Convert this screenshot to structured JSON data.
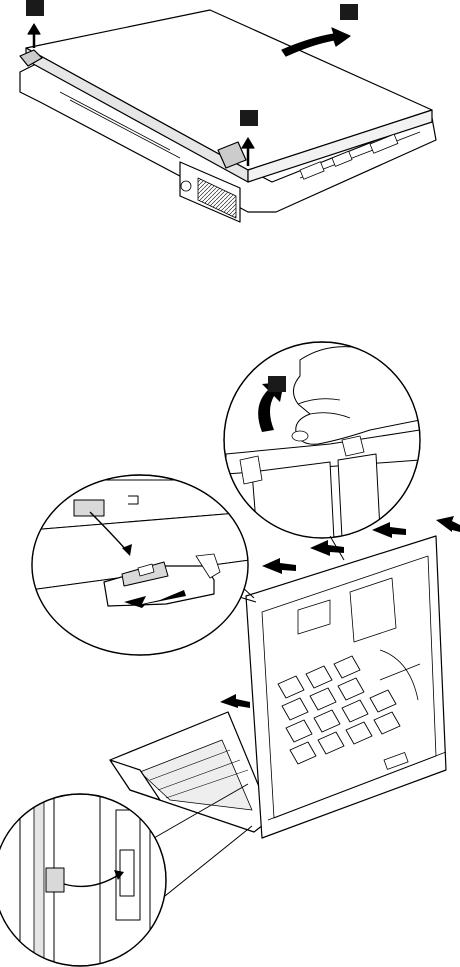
{
  "figures": [
    {
      "id": "cover-removal",
      "callouts": [
        {
          "label": "",
          "icon": "arrow-up-icon"
        },
        {
          "label": "",
          "icon": "curved-arrow-right-icon"
        },
        {
          "label": "",
          "icon": "arrow-up-icon"
        }
      ]
    },
    {
      "id": "bezel-removal",
      "callouts": [
        {
          "label": "",
          "icon": "curved-arrow-icon"
        }
      ],
      "magnifiers": [
        "latch-detail",
        "hinge-detail",
        "side-clip-detail"
      ]
    }
  ],
  "colors": {
    "line": "#000000",
    "fill": "#ffffff",
    "shade": "#d9d9d9",
    "dark": "#1a1a1a"
  }
}
